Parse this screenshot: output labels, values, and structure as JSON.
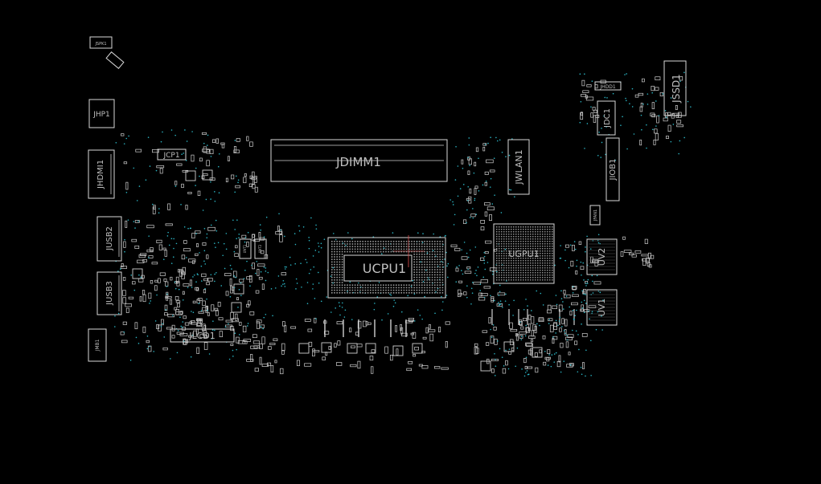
{
  "board": {
    "background": "#000000",
    "outline_color": "#d8d8d8",
    "label_color": "#bfbfbf",
    "via_color": "#2bb5c4",
    "marker_color": "#e05050"
  },
  "components": {
    "jspk1": "JSPK1",
    "jhp1": "JHP1",
    "jcp1": "JCP1",
    "jhdmi1": "JHDMI1",
    "jusb2": "JUSB2",
    "jusb3": "JUSB3",
    "jlcd1": "JLCD1",
    "jmb1": "JMB1",
    "jdimm1": "JDIMM1",
    "ucpu1": "UCPU1",
    "ugpu1": "UGPU1",
    "jwlan1": "JWLAN1",
    "jhdd1": "JHDD1",
    "jdc1": "JDC1",
    "jssd1": "JSSD1",
    "jiob1": "JIOB1",
    "jfan1": "JFAN1",
    "uv2": "UV2",
    "uv1": "UV1",
    "uvt1": "UVT1",
    "uvt2": "UVT2"
  }
}
